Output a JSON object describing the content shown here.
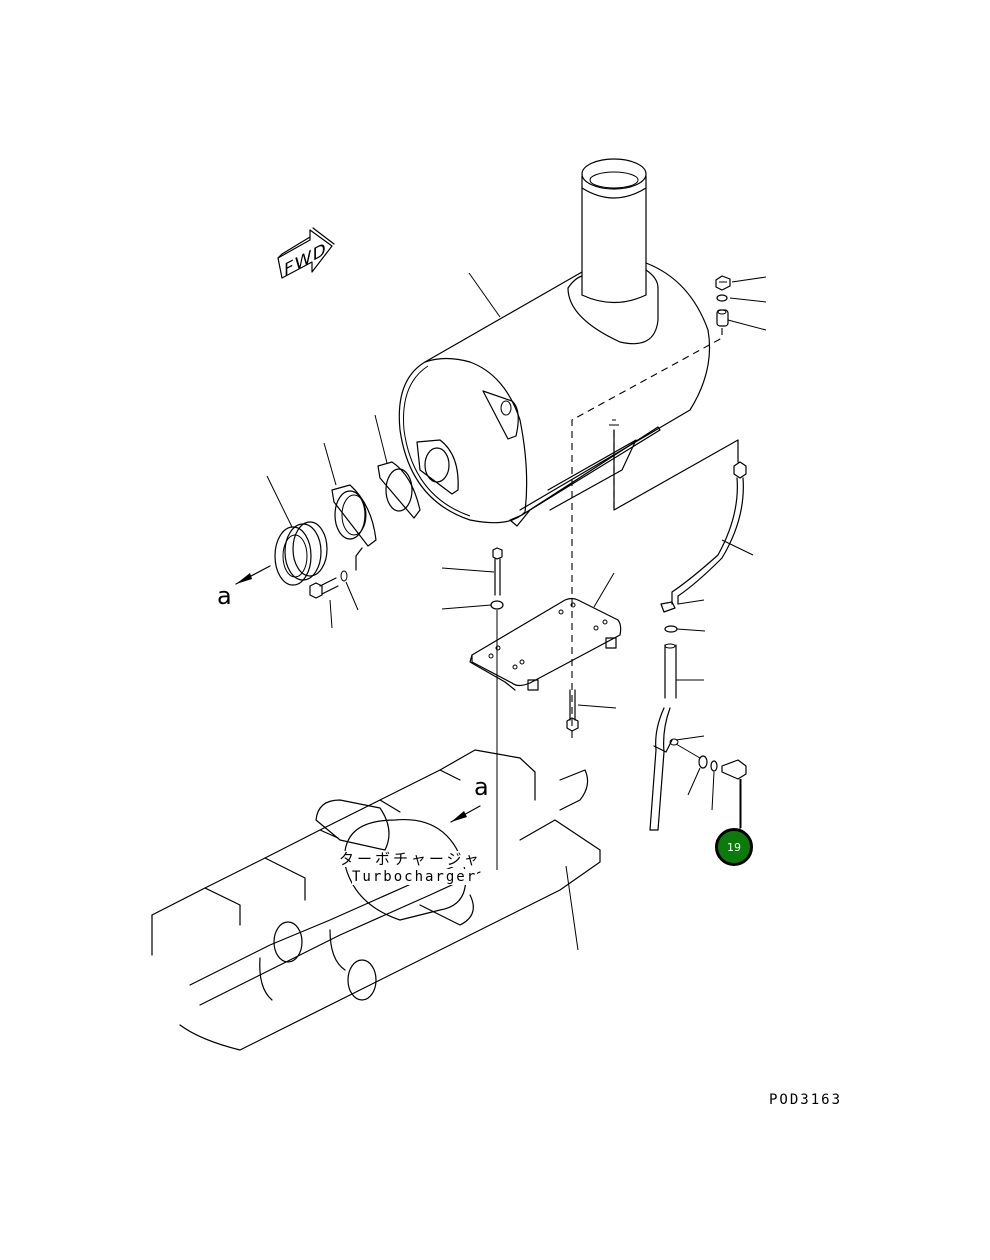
{
  "diagram": {
    "type": "exploded-parts-diagram",
    "drawing_code": "POD3163",
    "direction_marker": "FWD",
    "view_markers": [
      "a",
      "a"
    ],
    "callouts": {
      "turbocharger_jp": "ターボチャージャ",
      "turbocharger_en": "Turbocharger"
    },
    "part_badges": [
      {
        "number": "19",
        "color": "#0b7c0b"
      }
    ],
    "components": [
      "muffler",
      "muffler-tailpipe",
      "gasket",
      "flange-adapter",
      "bellows-joint",
      "bolt",
      "washer",
      "muffler-bracket",
      "bracket-bolts",
      "nut",
      "spacer",
      "drain-pipe",
      "clip",
      "hose",
      "tube",
      "engine-block",
      "turbocharger",
      "exhaust-manifold"
    ]
  }
}
